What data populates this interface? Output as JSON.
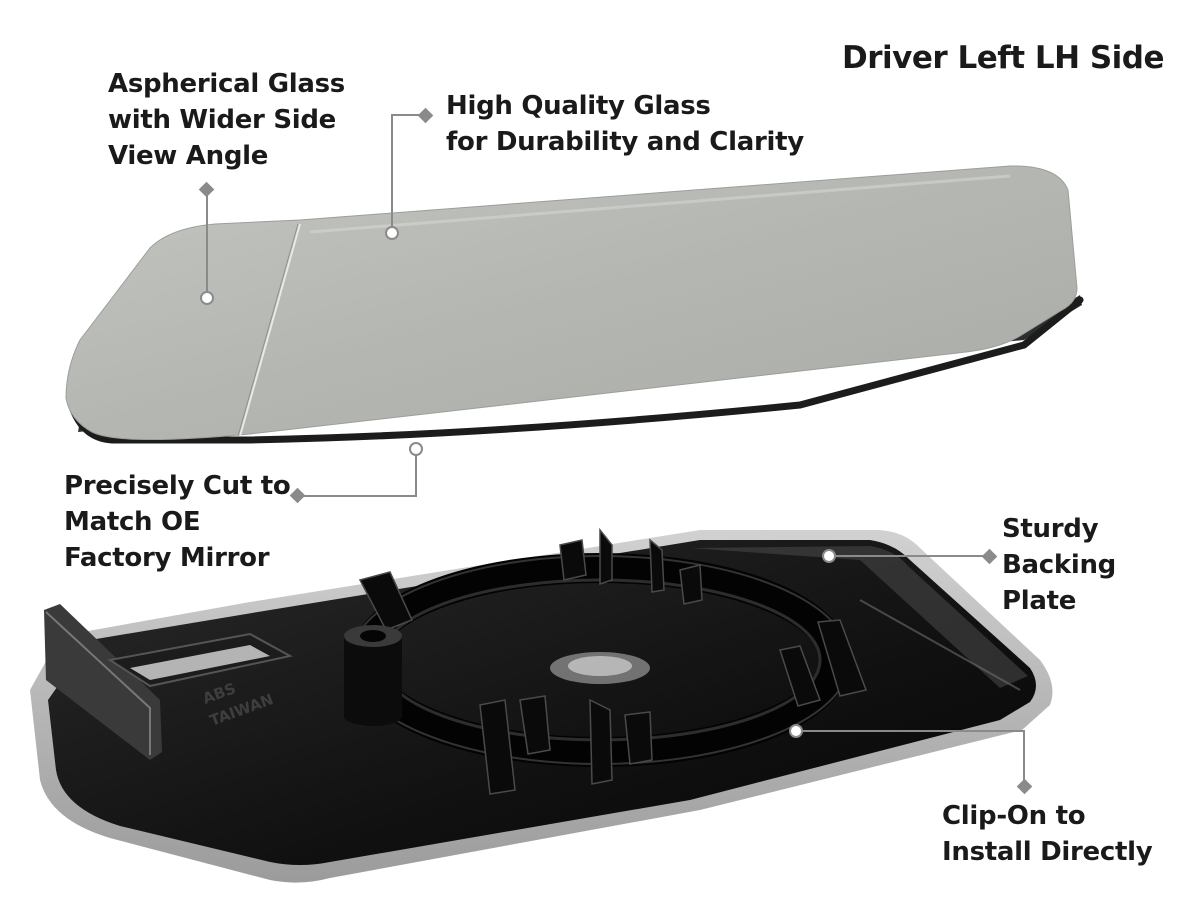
{
  "title": "Driver Left LH Side",
  "callouts": {
    "aspherical": [
      "Aspherical Glass",
      "with Wider Side",
      "View Angle"
    ],
    "high_quality": [
      "High Quality Glass",
      "for Durability and Clarity"
    ],
    "precisely_cut": [
      "Precisely Cut to",
      "Match OE",
      "Factory Mirror"
    ],
    "sturdy": [
      "Sturdy",
      "Backing",
      "Plate"
    ],
    "clip_on": [
      "Clip-On to",
      "Install Directly"
    ]
  },
  "molded_text": [
    "ABS",
    "TAIWAN"
  ],
  "colors": {
    "background": "#ffffff",
    "glass": "#b7b9b5",
    "backing_plate": "#121212",
    "leader_line": "#8a8a8a",
    "text": "#1a1a1a"
  }
}
